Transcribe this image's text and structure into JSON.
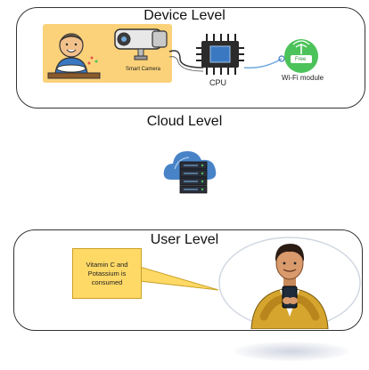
{
  "device_level": {
    "title": "Device Level",
    "camera_label": "Smart Camera",
    "cpu_label": "CPU",
    "wifi_label": "Wi-Fi module",
    "wifi_badge": "Free"
  },
  "cloud_level": {
    "title": "Cloud Level"
  },
  "user_level": {
    "title": "User Level",
    "callout_text": "Vitamin C and Potassium is consumed"
  },
  "colors": {
    "camera_bg": "#fbd27a",
    "wifi_green": "#4cc35a",
    "callout_fill": "#ffd966",
    "callout_border": "#c9a227",
    "server_blue": "#3a78c2",
    "jacket": "#d6a52e"
  }
}
